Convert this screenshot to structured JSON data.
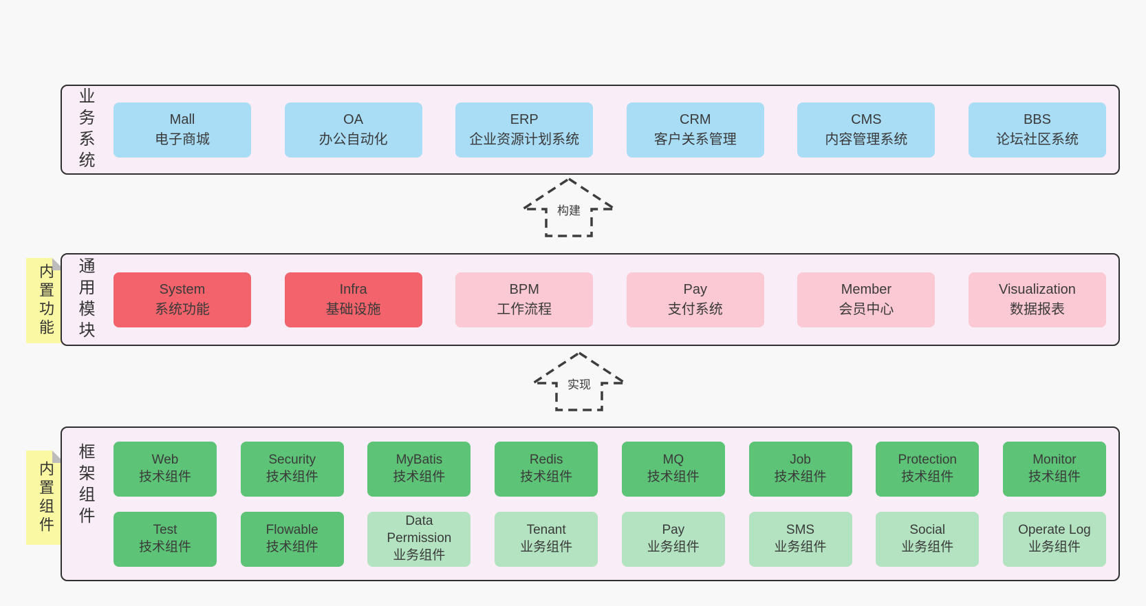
{
  "diagram": {
    "arrows": [
      {
        "label": "构建"
      },
      {
        "label": "实现"
      }
    ],
    "bands": [
      {
        "label": "业务系统",
        "boxes": [
          {
            "title": "Mall",
            "subtitle": "电子商城"
          },
          {
            "title": "OA",
            "subtitle": "办公自动化"
          },
          {
            "title": "ERP",
            "subtitle": "企业资源计划系统"
          },
          {
            "title": "CRM",
            "subtitle": "客户关系管理"
          },
          {
            "title": "CMS",
            "subtitle": "内容管理系统"
          },
          {
            "title": "BBS",
            "subtitle": "论坛社区系统"
          }
        ]
      },
      {
        "label": "通用模块",
        "sticky": "内置功能",
        "boxes": [
          {
            "title": "System",
            "subtitle": "系统功能"
          },
          {
            "title": "Infra",
            "subtitle": "基础设施"
          },
          {
            "title": "BPM",
            "subtitle": "工作流程"
          },
          {
            "title": "Pay",
            "subtitle": "支付系统"
          },
          {
            "title": "Member",
            "subtitle": "会员中心"
          },
          {
            "title": "Visualization",
            "subtitle": "数据报表"
          }
        ]
      },
      {
        "label": "框架组件",
        "sticky": "内置组件",
        "rows": [
          [
            {
              "title": "Web",
              "subtitle": "技术组件"
            },
            {
              "title": "Security",
              "subtitle": "技术组件"
            },
            {
              "title": "MyBatis",
              "subtitle": "技术组件"
            },
            {
              "title": "Redis",
              "subtitle": "技术组件"
            },
            {
              "title": "MQ",
              "subtitle": "技术组件"
            },
            {
              "title": "Job",
              "subtitle": "技术组件"
            },
            {
              "title": "Protection",
              "subtitle": "技术组件"
            },
            {
              "title": "Monitor",
              "subtitle": "技术组件"
            }
          ],
          [
            {
              "title": "Test",
              "subtitle": "技术组件"
            },
            {
              "title": "Flowable",
              "subtitle": "技术组件"
            },
            {
              "title": "Data Permission",
              "subtitle": "业务组件"
            },
            {
              "title": "Tenant",
              "subtitle": "业务组件"
            },
            {
              "title": "Pay",
              "subtitle": "业务组件"
            },
            {
              "title": "SMS",
              "subtitle": "业务组件"
            },
            {
              "title": "Social",
              "subtitle": "业务组件"
            },
            {
              "title": "Operate Log",
              "subtitle": "业务组件"
            }
          ]
        ]
      }
    ],
    "colors": {
      "page_bg": "#f8f8f8",
      "band_bg": "#f9eef7",
      "border": "#2f2f2f",
      "blue": "#a9dcf5",
      "red": "#f2636c",
      "pink": "#fbc9d3",
      "green": "#5dc377",
      "light_green": "#b4e3c1",
      "sticky_yellow": "#fbf8a3",
      "fold_gray": "#bcbcbc"
    }
  }
}
